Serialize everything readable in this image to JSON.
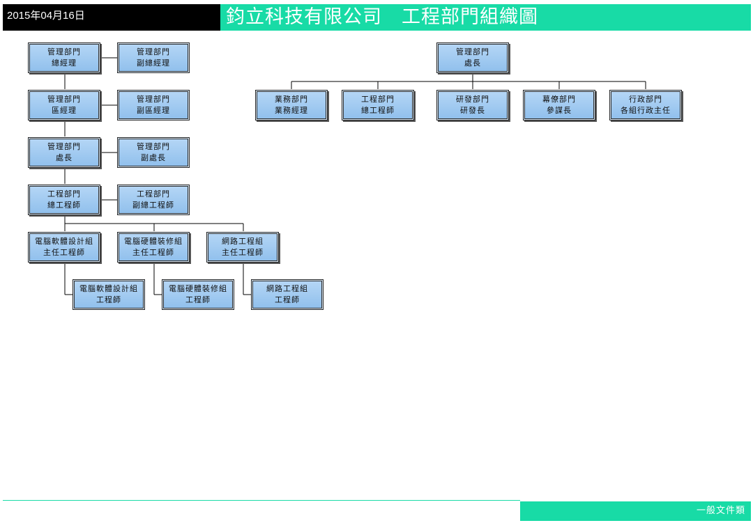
{
  "header": {
    "date": "2015年04月16日",
    "title": "鈞立科技有限公司　工程部門組織圖"
  },
  "footer": {
    "label": "一般文件類"
  },
  "org_left": [
    {
      "line1": "管理部門",
      "line2": "總經理"
    },
    {
      "line1": "管理部門",
      "line2": "副總經理"
    },
    {
      "line1": "管理部門",
      "line2": "區經理"
    },
    {
      "line1": "管理部門",
      "line2": "副區經理"
    },
    {
      "line1": "管理部門",
      "line2": "處長"
    },
    {
      "line1": "管理部門",
      "line2": "副處長"
    },
    {
      "line1": "工程部門",
      "line2": "總工程師"
    },
    {
      "line1": "工程部門",
      "line2": "副總工程師"
    },
    {
      "line1": "電腦軟體設計組",
      "line2": "主任工程師"
    },
    {
      "line1": "電腦硬體裝修組",
      "line2": "主任工程師"
    },
    {
      "line1": "網路工程組",
      "line2": "主任工程師"
    },
    {
      "line1": "電腦軟體設計組",
      "line2": "工程師"
    },
    {
      "line1": "電腦硬體裝修組",
      "line2": "工程師"
    },
    {
      "line1": "網路工程組",
      "line2": "工程師"
    }
  ],
  "org_right": [
    {
      "line1": "管理部門",
      "line2": "處長"
    },
    {
      "line1": "業務部門",
      "line2": "業務經理"
    },
    {
      "line1": "工程部門",
      "line2": "總工程師"
    },
    {
      "line1": "研發部門",
      "line2": "研發長"
    },
    {
      "line1": "幕僚部門",
      "line2": "參謀長"
    },
    {
      "line1": "行政部門",
      "line2": "各組行政主任"
    }
  ]
}
